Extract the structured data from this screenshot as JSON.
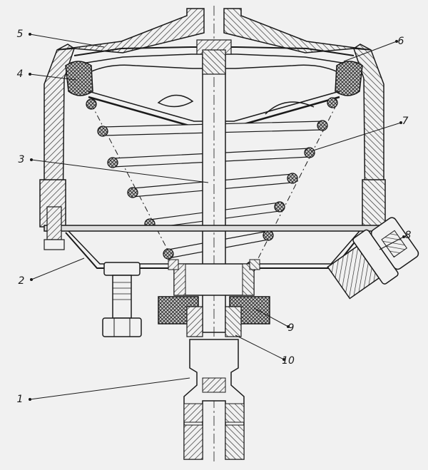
{
  "diagram": {
    "type": "technical-cross-section",
    "callouts": [
      {
        "label": "1"
      },
      {
        "label": "2"
      },
      {
        "label": "3"
      },
      {
        "label": "4"
      },
      {
        "label": "5"
      },
      {
        "label": "6"
      },
      {
        "label": "7"
      },
      {
        "label": "8"
      },
      {
        "label": "9"
      },
      {
        "label": "10"
      }
    ]
  }
}
